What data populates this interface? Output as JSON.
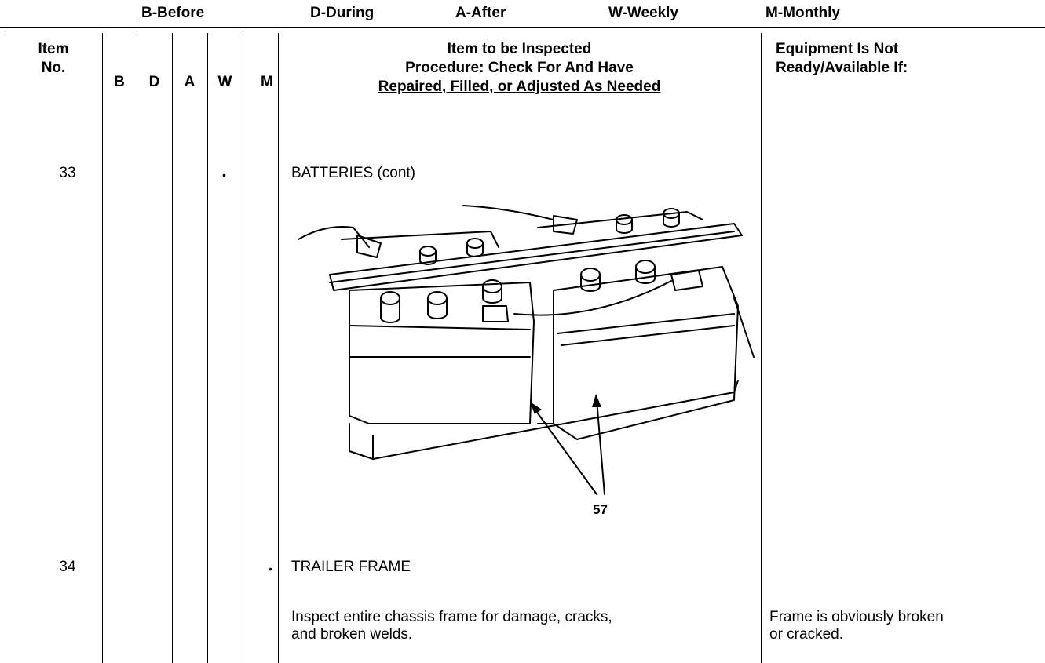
{
  "legend": {
    "before": "B-Before",
    "during": "D-During",
    "after": "A-After",
    "weekly": "W-Weekly",
    "monthly": "M-Monthly"
  },
  "header": {
    "item_no_line1": "Item",
    "item_no_line2": "No.",
    "col_b": "B",
    "col_d": "D",
    "col_a": "A",
    "col_w": "W",
    "col_m": "M",
    "procedure_line1": "Item to be Inspected",
    "procedure_line2": "Procedure: Check For And Have",
    "procedure_line3": "Repaired, Filled, or Adjusted As Needed",
    "not_ready_line1": "Equipment Is Not",
    "not_ready_line2": "Ready/Available If:"
  },
  "rows": [
    {
      "item_no": "33",
      "mark": "•",
      "mark_col": "W",
      "title": "BATTERIES (cont)"
    },
    {
      "item_no": "34",
      "mark": "•",
      "mark_col": "M",
      "title": "TRAILER FRAME",
      "procedure_line1": "Inspect entire chassis frame for damage, cracks,",
      "procedure_line2": "and broken welds.",
      "not_ready_line1": "Frame is obviously broken",
      "not_ready_line2": "or cracked."
    }
  ],
  "figure": {
    "callout": "57"
  }
}
